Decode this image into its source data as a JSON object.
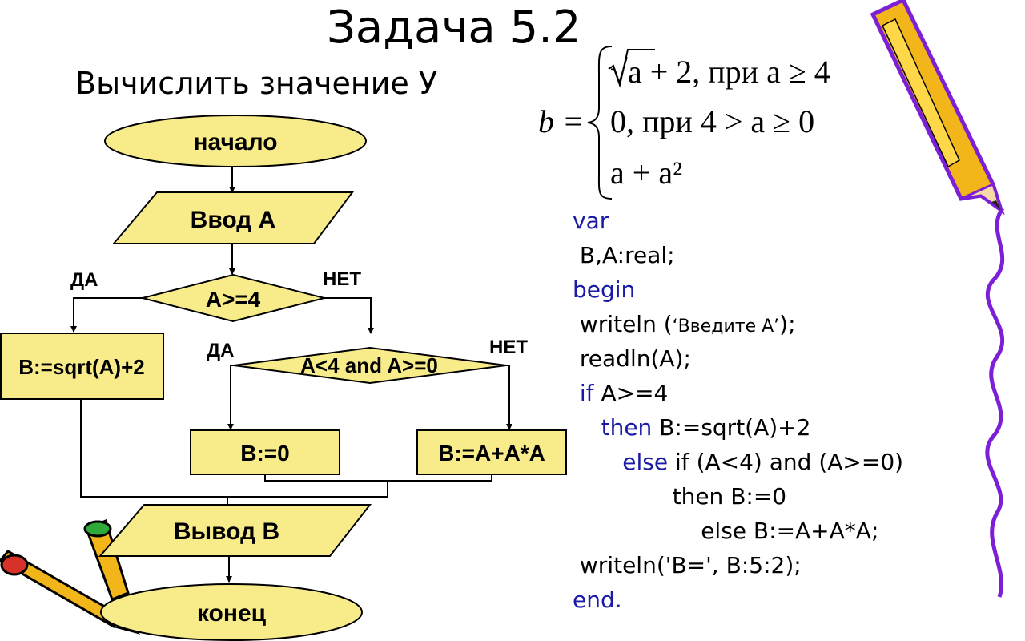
{
  "title": "Задача 5.2",
  "subtitle": "Вычислить значение У",
  "formula": {
    "lhs": "b =",
    "cases": [
      "√a + 2, при a ≥ 4",
      "0, при 4 > a ≥ 0",
      "a + a²"
    ]
  },
  "flowchart": {
    "start": "начало",
    "input": "Ввод А",
    "cond1": "A>=4",
    "cond1_yes": "ДА",
    "cond1_no": "НЕТ",
    "assign1": "B:=sqrt(A)+2",
    "cond2": "A<4 and A>=0",
    "cond2_yes": "ДА",
    "cond2_no": "НЕТ",
    "assign2": "B:=0",
    "assign3": "B:=A+A*A",
    "output": "Вывод В",
    "end": "конец"
  },
  "code": {
    "l1": "var",
    "l2": " B,A:real;",
    "l3": "begin",
    "l4a": " writeln (",
    "l4b": "‘Введите А’",
    "l4c": ");",
    "l5": " readln(A);",
    "l6kw": " if",
    "l6": " A>=4",
    "l7kw": "    then",
    "l7": " B:=sqrt(A)+2",
    "l8kw": "       else",
    "l8": " if (A<4) and (A>=0)",
    "l9": "              then B:=0",
    "l10": "                  else B:=A+A*A;",
    "l11": " writeln('B=', B:5:2);",
    "l12": "end."
  },
  "colors": {
    "shape_fill": "#f8ec8a",
    "pencil_body": "#f2b51a",
    "pencil_edge": "#7c1fd6",
    "keyword": "#1a1aa8"
  }
}
